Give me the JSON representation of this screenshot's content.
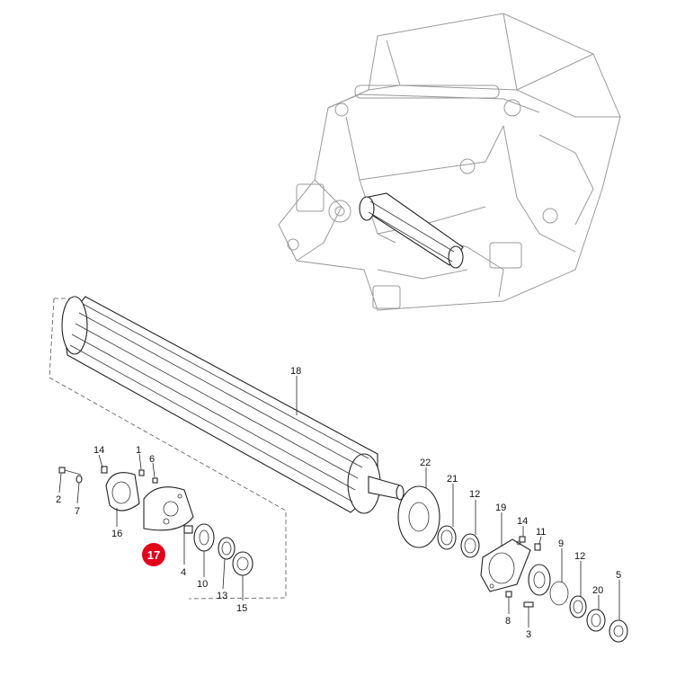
{
  "callouts": [
    {
      "id": "18",
      "text": "18"
    },
    {
      "id": "14a",
      "text": "14"
    },
    {
      "id": "1",
      "text": "1"
    },
    {
      "id": "6",
      "text": "6"
    },
    {
      "id": "2",
      "text": "2"
    },
    {
      "id": "7",
      "text": "7"
    },
    {
      "id": "16",
      "text": "16"
    },
    {
      "id": "17",
      "text": "17"
    },
    {
      "id": "4",
      "text": "4"
    },
    {
      "id": "10",
      "text": "10"
    },
    {
      "id": "13",
      "text": "13"
    },
    {
      "id": "15",
      "text": "15"
    },
    {
      "id": "22",
      "text": "22"
    },
    {
      "id": "21",
      "text": "21"
    },
    {
      "id": "12a",
      "text": "12"
    },
    {
      "id": "19",
      "text": "19"
    },
    {
      "id": "14b",
      "text": "14"
    },
    {
      "id": "11",
      "text": "11"
    },
    {
      "id": "9",
      "text": "9"
    },
    {
      "id": "12b",
      "text": "12"
    },
    {
      "id": "20",
      "text": "20"
    },
    {
      "id": "5",
      "text": "5"
    },
    {
      "id": "8",
      "text": "8"
    },
    {
      "id": "3",
      "text": "3"
    }
  ],
  "highlight": {
    "part": "17",
    "color": "#e3001b"
  }
}
